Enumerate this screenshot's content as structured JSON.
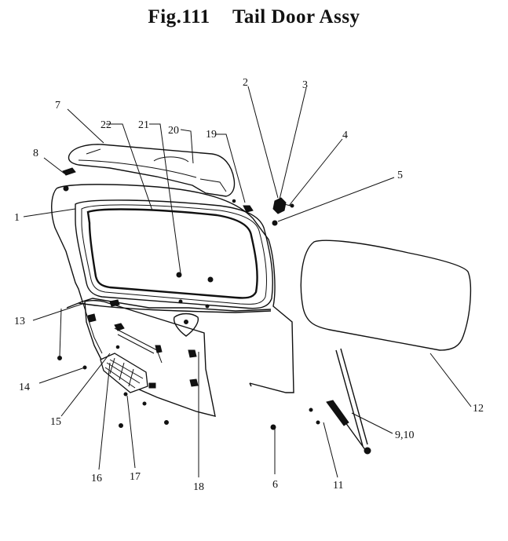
{
  "title": {
    "figure": "Fig.111",
    "name": "Tail Door Assy"
  },
  "callouts": {
    "c1": "1",
    "c2": "2",
    "c3": "3",
    "c4": "4",
    "c5": "5",
    "c6": "6",
    "c7": "7",
    "c8": "8",
    "c9_10": "9,10",
    "c11": "11",
    "c12": "12",
    "c13": "13",
    "c14": "14",
    "c15": "15",
    "c16": "16",
    "c17": "17",
    "c18": "18",
    "c19": "19",
    "c20": "20",
    "c21": "21",
    "c22": "22"
  }
}
